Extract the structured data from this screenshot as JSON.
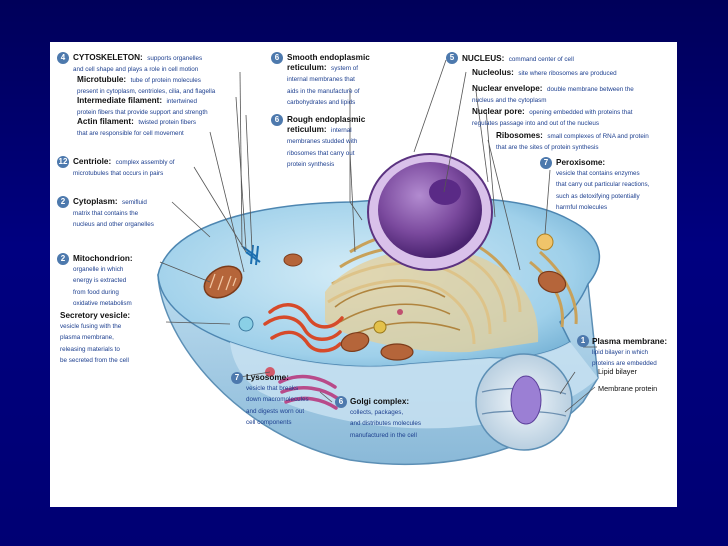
{
  "colors": {
    "background": "#000080",
    "panel": "#ffffff",
    "badge": "#4d79ad",
    "title_text": "#111111",
    "desc_text": "#1d3f8f",
    "leader": "#555555",
    "nucleus": "#7b4a9e",
    "cytoplasm": "#9fd0ea",
    "mitochondria": "#b5653a",
    "rough_er": "#e4cf9a",
    "smooth_er": "#d64a2a",
    "golgi": "#b84a8a"
  },
  "labels": {
    "cytoskeleton": {
      "num": "4",
      "title": "CYTOSKELETON:",
      "desc": [
        "supports organelles",
        "and cell shape and plays a role in cell motion"
      ]
    },
    "microtubule": {
      "title": "Microtubule:",
      "desc": [
        "tube of protein molecules",
        "present in cytoplasm, centrioles, cilia, and flagella"
      ]
    },
    "intermediate_filament": {
      "title": "Intermediate filament:",
      "desc": [
        "intertwined",
        "protein fibers that provide support and strength"
      ]
    },
    "actin_filament": {
      "title": "Actin filament:",
      "desc": [
        "twisted protein fibers",
        "that are responsible for cell movement"
      ]
    },
    "centriole": {
      "num": "12",
      "title": "Centriole:",
      "desc": [
        "complex assembly of",
        "microtubules that occurs in pairs"
      ]
    },
    "cytoplasm": {
      "num": "2",
      "title": "Cytoplasm:",
      "desc": [
        "semifluid",
        "matrix that contains the",
        "nucleus and other organelles"
      ]
    },
    "mitochondrion": {
      "num": "2",
      "title": "Mitochondrion:",
      "desc": [
        "organelle in which",
        "energy is extracted",
        "from food during",
        "oxidative metabolism"
      ]
    },
    "secretory_vesicle": {
      "title": "Secretory vesicle:",
      "desc": [
        "vesicle fusing with the",
        "plasma membrane,",
        "releasing materials to",
        "be secreted from the cell"
      ]
    },
    "smooth_er": {
      "num": "6",
      "title": "Smooth endoplasmic",
      "title2": "reticulum:",
      "desc": [
        "system of",
        "internal membranes that",
        "aids in the manufacture of",
        "carbohydrates and lipids"
      ]
    },
    "rough_er": {
      "num": "6",
      "title": "Rough endoplasmic",
      "title2": "reticulum:",
      "desc": [
        "internal",
        "membranes studded with",
        "ribosomes that carry out",
        "protein synthesis"
      ]
    },
    "nucleus": {
      "num": "5",
      "title": "NUCLEUS:",
      "desc": [
        "command center of cell"
      ]
    },
    "nucleolus": {
      "title": "Nucleolus:",
      "desc": [
        "site where ribosomes are produced"
      ]
    },
    "nuclear_envelope": {
      "title": "Nuclear envelope:",
      "desc": [
        "double membrane between the",
        "nucleus and the cytoplasm"
      ]
    },
    "nuclear_pore": {
      "title": "Nuclear pore:",
      "desc": [
        "opening embedded with proteins that",
        "regulates passage into and out of the nucleus"
      ]
    },
    "ribosomes": {
      "title": "Ribosomes:",
      "desc": [
        "small complexes of RNA and protein",
        "that are the sites of protein synthesis"
      ]
    },
    "peroxisome": {
      "num": "7",
      "title": "Peroxisome:",
      "desc": [
        "vesicle that contains enzymes",
        "that carry out particular reactions,",
        "such as detoxifying potentially",
        "harmful molecules"
      ]
    },
    "plasma_membrane": {
      "num": "1",
      "title": "Plasma membrane:",
      "desc": [
        "lipid bilayer in which",
        "proteins are embedded"
      ]
    },
    "lipid_bilayer": {
      "title": "Lipid bilayer"
    },
    "membrane_protein": {
      "title": "Membrane protein"
    },
    "lysosome": {
      "num": "7",
      "title": "Lysosome:",
      "desc": [
        "vesicle that breaks",
        "down macromolecules",
        "and digests worn out",
        "cell components"
      ]
    },
    "golgi": {
      "num": "6",
      "title": "Golgi complex:",
      "desc": [
        "collects, packages,",
        "and distributes molecules",
        "manufactured in the cell"
      ]
    }
  }
}
